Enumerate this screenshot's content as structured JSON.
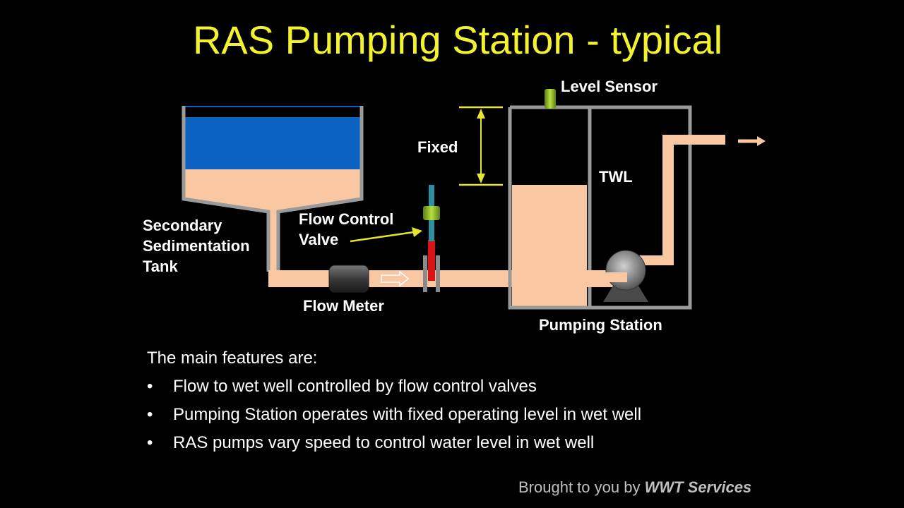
{
  "title": "RAS Pumping Station - typical",
  "colors": {
    "background": "#000000",
    "title": "#f2f22e",
    "sludge": "#f9c8a2",
    "water": "#0b62c0",
    "wall": "#9a9a9a",
    "arrow": "#e6e62e",
    "sensor": "#9fd12a",
    "valve_red": "#d91313",
    "valve_stem": "#2e8fa0"
  },
  "diagram": {
    "level_sensor": "Level Sensor",
    "fixed": "Fixed",
    "twl": "TWL",
    "tank_label": [
      "Secondary",
      "Sedimentation",
      "Tank"
    ],
    "valve_label": [
      "Flow Control",
      "Valve"
    ],
    "flow_meter": "Flow Meter",
    "pumping_station": "Pumping Station"
  },
  "features": {
    "intro": "The main features are:",
    "bullet": "•",
    "items": [
      "Flow to wet well controlled by flow control valves",
      "Pumping Station operates with fixed operating level in wet well",
      "RAS pumps vary speed to control water level in wet well"
    ]
  },
  "credit": {
    "prefix": "Brought to you by ",
    "brand": "WWT Services"
  },
  "icons": [
    "flow-arrow-icon",
    "discharge-arrow-icon",
    "pump-icon",
    "flow-meter-icon",
    "valve-actuator-icon",
    "level-sensor-icon"
  ]
}
